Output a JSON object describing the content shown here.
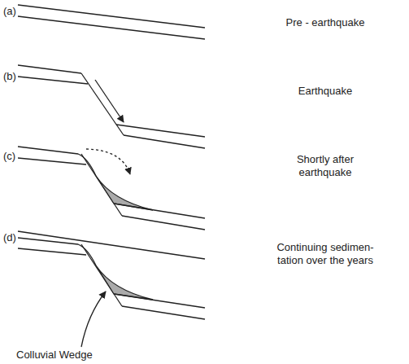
{
  "diagram": {
    "labels": [
      "(a)",
      "Pre - earthquake",
      "(b)",
      "Earthquake",
      "(c)",
      "Shortly after earthquake",
      "(d)",
      "Continuing sedimen- tation over the years",
      "Colluvial Wedge"
    ]
  }
}
